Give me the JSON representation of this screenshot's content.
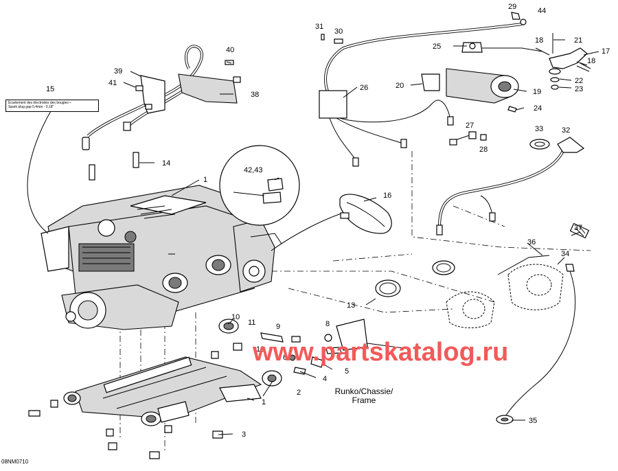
{
  "diagram": {
    "drawing_code": "08NM0710",
    "watermark": "www.partskatalog.ru",
    "frame_label_line1": "Runko/Chassie/",
    "frame_label_line2": "Frame",
    "note_line1": "Écartement des électrodes des bougies  •",
    "note_line2": "Spark plug gap   0,4mm - 0,18\"",
    "callouts": {
      "c1": "1",
      "c1b": "1",
      "c2": "2",
      "c3": "3",
      "c4": "4",
      "c5": "5",
      "c6": "6",
      "c7": "7",
      "c8": "8",
      "c9": "9",
      "c10": "10",
      "c11": "11",
      "c12": "12",
      "c13": "13",
      "c14": "14",
      "c15": "15",
      "c16": "16",
      "c17": "17",
      "c18a": "18",
      "c18b": "18",
      "c19": "19",
      "c20": "20",
      "c21": "21",
      "c22": "22",
      "c23": "23",
      "c24": "24",
      "c25": "25",
      "c26": "26",
      "c27": "27",
      "c28": "28",
      "c29": "29",
      "c30": "30",
      "c31": "31",
      "c32": "32",
      "c33": "33",
      "c34": "34",
      "c35": "35",
      "c36": "36",
      "c37": "37",
      "c38": "38",
      "c39": "39",
      "c40": "40",
      "c41": "41",
      "c42": "42,43",
      "c44": "44"
    }
  }
}
